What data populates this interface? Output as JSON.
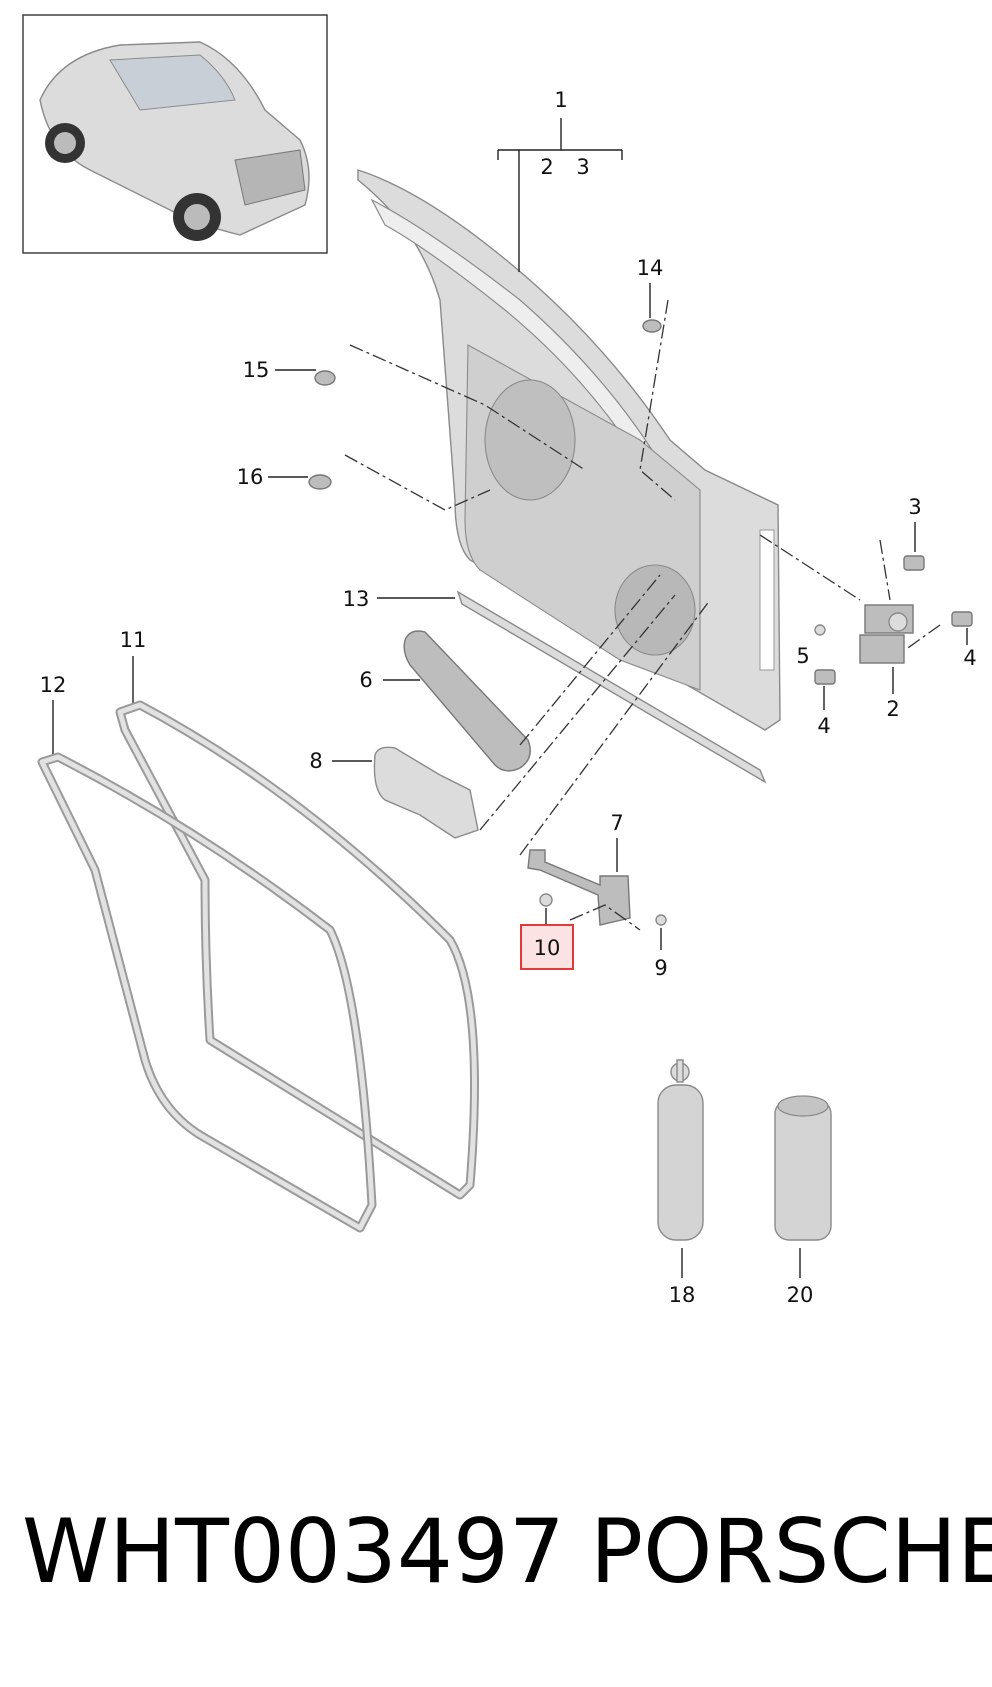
{
  "diagram": {
    "callouts": {
      "c1": "1",
      "c1_sub2": "2",
      "c1_sub3": "3",
      "c2": "2",
      "c3": "3",
      "c4a": "4",
      "c4b": "4",
      "c5": "5",
      "c6": "6",
      "c7": "7",
      "c8": "8",
      "c9": "9",
      "c10": "10",
      "c11": "11",
      "c12": "12",
      "c13": "13",
      "c14": "14",
      "c15": "15",
      "c16": "16",
      "c18": "18",
      "c20": "20"
    },
    "highlight_color": "#e03a3a",
    "highlight_fill": "#fbe3e3"
  },
  "caption": {
    "part_number": "WHT003497",
    "brand": "PORSCHE"
  }
}
